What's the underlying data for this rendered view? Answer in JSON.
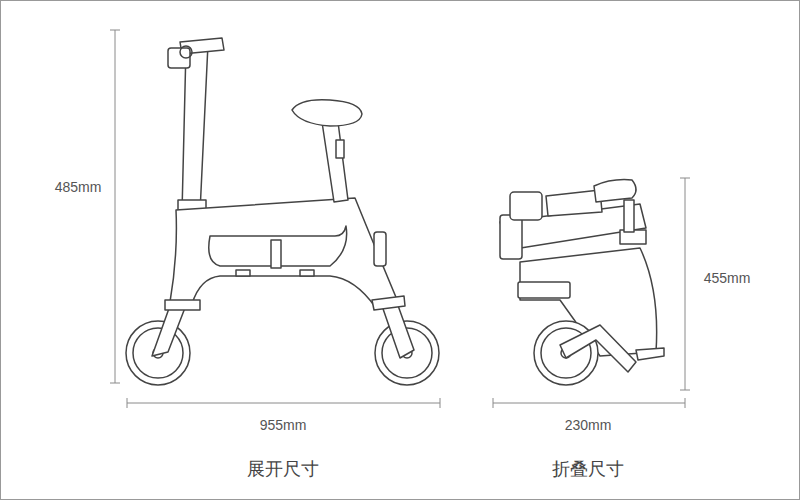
{
  "diagram": {
    "labels": [
      "485mm",
      "955mm",
      "230mm",
      "455mm",
      "展开尺寸",
      "折叠尺寸"
    ]
  }
}
